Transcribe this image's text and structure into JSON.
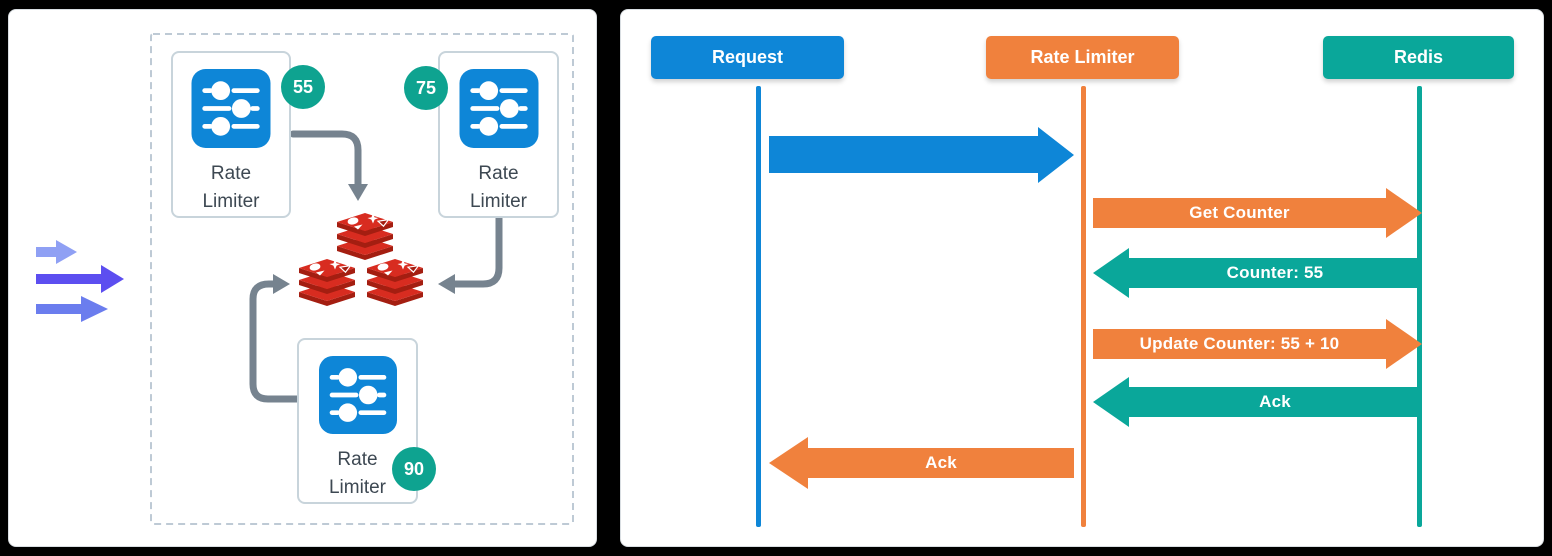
{
  "left_panel": {
    "title": "rate-limiter-cluster-architecture",
    "nodes": [
      {
        "label": "Rate Limiter",
        "badge": "55"
      },
      {
        "label": "Rate Limiter",
        "badge": "75"
      },
      {
        "label": "Rate Limiter",
        "badge": "90"
      }
    ],
    "datastore": "redis-cluster"
  },
  "sequence": {
    "actors": [
      {
        "label": "Request",
        "color": "#0e86d7"
      },
      {
        "label": "Rate Limiter",
        "color": "#f0813d"
      },
      {
        "label": "Redis",
        "color": "#0aa79a"
      }
    ],
    "messages": [
      {
        "from": "Request",
        "to": "Rate Limiter",
        "label": "",
        "color": "#0e86d7"
      },
      {
        "from": "Rate Limiter",
        "to": "Redis",
        "label": "Get Counter",
        "color": "#f0813d"
      },
      {
        "from": "Redis",
        "to": "Rate Limiter",
        "label": "Counter: 55",
        "color": "#0aa79a"
      },
      {
        "from": "Rate Limiter",
        "to": "Redis",
        "label": "Update Counter: 55 + 10",
        "color": "#f0813d"
      },
      {
        "from": "Redis",
        "to": "Rate Limiter",
        "label": "Ack",
        "color": "#0aa79a"
      },
      {
        "from": "Rate Limiter",
        "to": "Request",
        "label": "Ack",
        "color": "#f0813d"
      }
    ]
  },
  "colors": {
    "blue": "#0e86d7",
    "orange": "#f0813d",
    "teal": "#0aa79a",
    "badge_green": "#0ea390",
    "redis_red": "#d82c20",
    "redis_dark_red": "#a41e11",
    "connector_gray": "#76838f",
    "purple_light": "#8fa0f4",
    "purple_vivid": "#5c4ef0",
    "purple_mid": "#6b7dee"
  }
}
